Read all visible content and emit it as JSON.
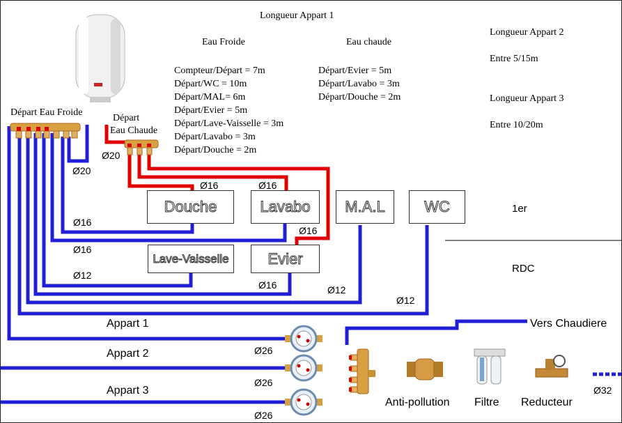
{
  "title": "Longueur Appart 1",
  "cold": {
    "heading": "Eau Froide",
    "lines": [
      "Compteur/Départ = 7m",
      "Départ/WC = 10m",
      "Départ/MAL= 6m",
      "Départ/Evier = 5m",
      "Départ/Lave-Vaisselle = 3m",
      "Départ/Lavabo = 3m",
      "Départ/Douche = 2m"
    ]
  },
  "hot": {
    "heading": "Eau chaude",
    "lines": [
      "Départ/Evier = 5m",
      "Départ/Lavabo = 3m",
      "Départ/Douche = 2m"
    ]
  },
  "appart2": {
    "title": "Longueur Appart 2",
    "range": "Entre 5/15m"
  },
  "appart3": {
    "title": "Longueur Appart 3",
    "range": "Entre 10/20m"
  },
  "labels": {
    "depart_froide": "Départ Eau Froide",
    "depart_chaude_1": "Départ",
    "depart_chaude_2": "Eau Chaude",
    "floor_upper": "1er",
    "floor_lower": "RDC",
    "vers_chaudiere": "Vers Chaudiere",
    "anti_pollution": "Anti-pollution",
    "filtre": "Filtre",
    "reducteur": "Reducteur"
  },
  "rooms": {
    "douche": "Douche",
    "lavabo": "Lavabo",
    "mal": "M.A.L",
    "wc": "WC",
    "lave_vaisselle": "Lave-Vaisselle",
    "evier": "Evier"
  },
  "apparts": [
    "Appart 1",
    "Appart 2",
    "Appart 3"
  ],
  "diameters": {
    "d20_hot": "Ø20",
    "d20_cold": "Ø20",
    "d16_douche_hot": "Ø16",
    "d16_lavabo_hot": "Ø16",
    "d16_douche_cold": "Ø16",
    "d16_lavabo_cold": "Ø16",
    "d16_lavabo_cold2": "Ø16",
    "d12_lv": "Ø12",
    "d16_evier": "Ø16",
    "d12_mal": "Ø12",
    "d12_wc": "Ø12",
    "d26_1": "Ø26",
    "d26_2": "Ø26",
    "d26_3": "Ø26",
    "d32": "Ø32"
  },
  "colors": {
    "cold": "#1f1fd6",
    "hot": "#e00000",
    "brass": "#d8a040"
  }
}
